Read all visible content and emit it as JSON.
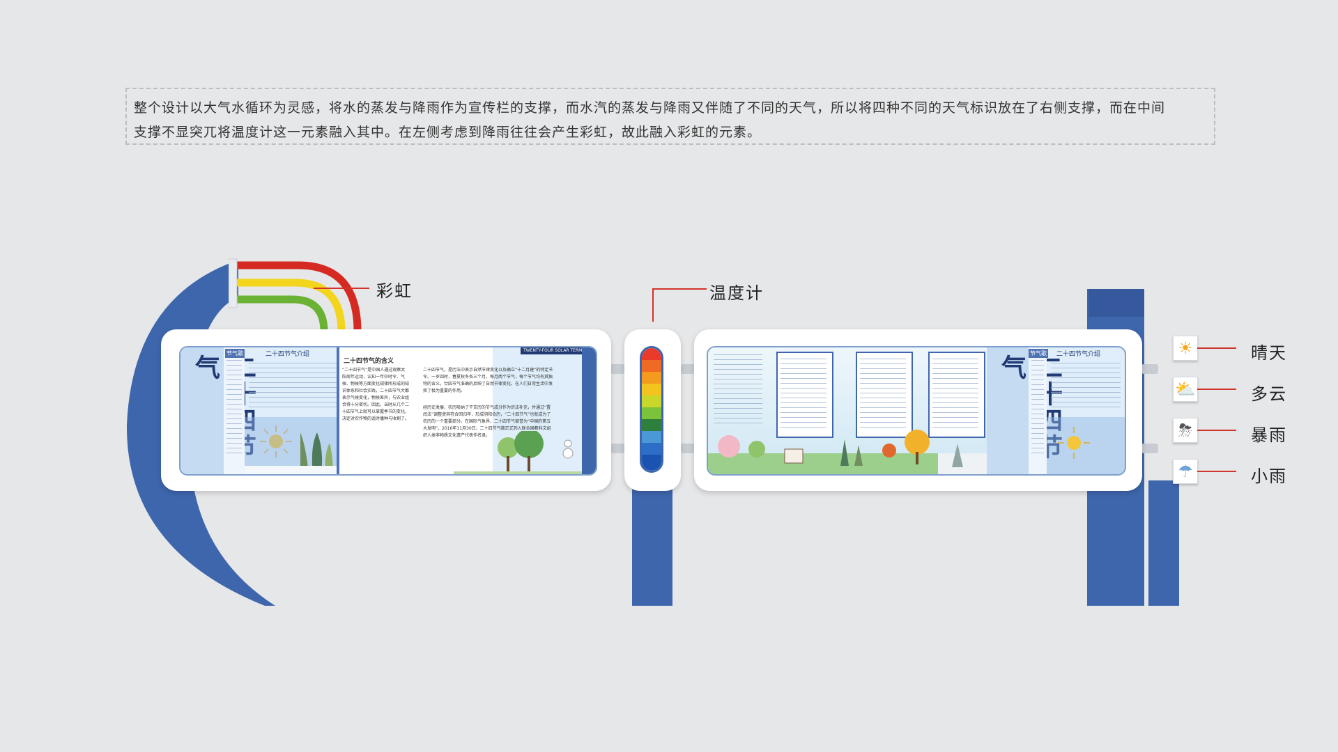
{
  "intro": {
    "line1": "整个设计以大气水循环为灵感，将水的蒸发与降雨作为宣传栏的支撑，而水汽的蒸发与降雨又伴随了不同的天气，所以将四种不同的天气标识放在了右侧支撑，而在中间",
    "line2": "支撑不显突兀将温度计这一元素融入其中。在左侧考虑到降雨往往会产生彩虹，故此融入彩虹的元素。"
  },
  "labels": {
    "rainbow": "彩虹",
    "thermometer": "温度计",
    "sunny": "晴天",
    "cloudy": "多云",
    "storm": "暴雨",
    "light_rain": "小雨"
  },
  "board": {
    "vertical_title": "二十四节气",
    "left_heading": "节气歌",
    "intro_heading": "二十四节气介绍",
    "meaning_heading": "二十四节气的含义",
    "en_banner": "TWENTY-FOUR SOLAR TERMS",
    "meaning_para1": "“二十四节气”是中国人通过观察太阳周年运动，认知一年中时令、气候、物候等方面变化规律所形成的知识体系和社会实践，二十四节气大都表示气候变化，物候差异，与农业组合得十分密切。因此，当时从几个二十四节气上就可以掌握季节的变化，决定对农作物的适时播种与收割了。",
    "meaning_para2": "二十四节气，是历法中表示自然节律变化以及确立“十二月建”的特定节令。一岁四时，春夏秋冬各三个月，每月两个节气，每个节气均有其独特的含义，廿四节气准确的反映了自然节律变化，在人们日常生活中发挥了极为重要的作用。",
    "meaning_para3": "经历史发展，农历吸纳了干支历的节气成分作为历法补充，并通过“置闰法”调整使其符合回归年，形成阴阳合历，“二十四节气”也就成为了农历的一个重要部分。在国际气象界，二十四节气被誉为“中国的第五大发明”，2016年11月30日，二十四节气被正式列入联合国教科文组织人类非物质文化遗产代表作名录。",
    "right_heading": "节气歌",
    "right_intro_heading": "二十四节气介绍"
  },
  "colors": {
    "support_blue": "#3e66ad",
    "rainbow_red": "#d52a22",
    "rainbow_yellow": "#f2d51c",
    "rainbow_green": "#69b234",
    "leader_red": "#d0342c"
  }
}
